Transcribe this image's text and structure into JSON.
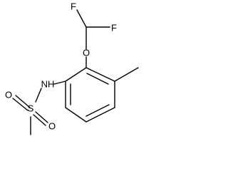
{
  "molecule": {
    "atoms": {
      "f_left": "F",
      "f_right": "F",
      "o_ether": "O",
      "nh": "NH",
      "s_sulfonyl": "S",
      "o_sulfonyl_top": "O",
      "o_sulfonyl_bottom": "O"
    }
  }
}
